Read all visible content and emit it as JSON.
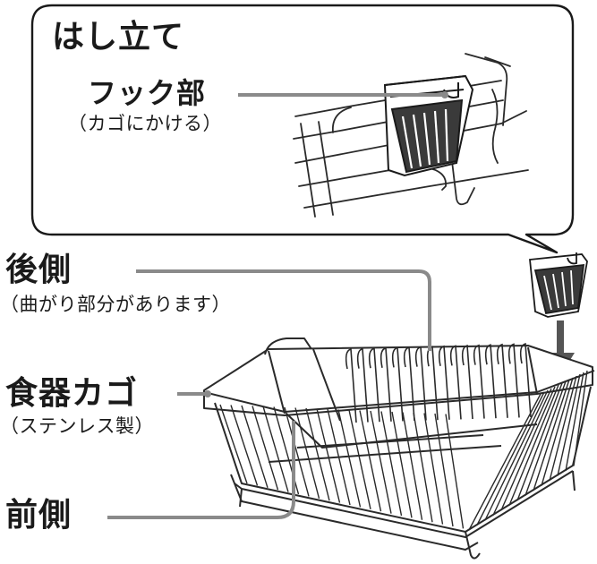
{
  "title": "はし立て",
  "labels": {
    "hook": "フック部",
    "hook_note": "（カゴにかける）",
    "back": "後側",
    "back_note": "（曲がり部分があります）",
    "basket": "食器カゴ",
    "basket_note": "（ステンレス製）",
    "front": "前側"
  },
  "colors": {
    "callout_line": "#8a8a8a",
    "ink": "#1a1a1a",
    "wire": "#2a2a2a",
    "arrow": "#555555"
  }
}
